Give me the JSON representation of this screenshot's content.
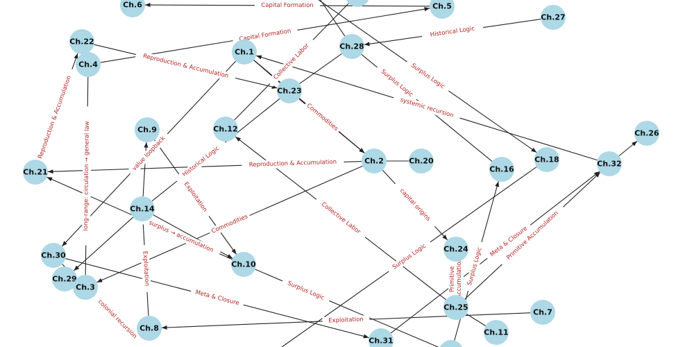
{
  "graph": {
    "colors": {
      "node": "#add8e6",
      "edge": "#222222",
      "edge_label": "#b22222"
    },
    "nodes": [
      {
        "id": "ch6",
        "label": "Ch.6"
      },
      {
        "id": "ch5",
        "label": "Ch.5"
      },
      {
        "id": "ch27",
        "label": "Ch.27"
      },
      {
        "id": "ch22",
        "label": "Ch.22"
      },
      {
        "id": "ch4",
        "label": "Ch.4"
      },
      {
        "id": "ch1",
        "label": "Ch.1"
      },
      {
        "id": "ch28",
        "label": "Ch.28"
      },
      {
        "id": "ch23",
        "label": "Ch.23"
      },
      {
        "id": "ch9",
        "label": "Ch.9"
      },
      {
        "id": "ch12",
        "label": "Ch.12"
      },
      {
        "id": "ch26",
        "label": "Ch.26"
      },
      {
        "id": "ch2",
        "label": "Ch.2"
      },
      {
        "id": "ch20",
        "label": "Ch.20"
      },
      {
        "id": "ch16",
        "label": "Ch.16"
      },
      {
        "id": "ch18",
        "label": "Ch.18"
      },
      {
        "id": "ch32",
        "label": "Ch.32"
      },
      {
        "id": "ch21",
        "label": "Ch.21"
      },
      {
        "id": "ch14",
        "label": "Ch.14"
      },
      {
        "id": "ch24",
        "label": "Ch.24"
      },
      {
        "id": "ch30",
        "label": "Ch.30"
      },
      {
        "id": "ch10",
        "label": "Ch.10"
      },
      {
        "id": "ch29",
        "label": "Ch.29"
      },
      {
        "id": "ch3",
        "label": "Ch.3"
      },
      {
        "id": "ch25",
        "label": "Ch.25"
      },
      {
        "id": "ch7",
        "label": "Ch.7"
      },
      {
        "id": "ch11",
        "label": "Ch.11"
      },
      {
        "id": "ch8",
        "label": "Ch.8"
      },
      {
        "id": "ch31",
        "label": "Ch.31"
      },
      {
        "id": "top",
        "label": ""
      },
      {
        "id": "bot",
        "label": ""
      }
    ],
    "edges": [
      {
        "from": "ch5",
        "to": "ch6",
        "label": "Capital Formation",
        "directed": true
      },
      {
        "from": "ch4",
        "to": "ch5",
        "label": "Capital Formation",
        "directed": true
      },
      {
        "from": "ch27",
        "to": "ch28",
        "label": "Historical Logic",
        "directed": true
      },
      {
        "from": "ch22",
        "to": "ch23",
        "label": "Reproduction & Accumulation",
        "directed": true
      },
      {
        "from": "ch21",
        "to": "ch22",
        "label": "Reproduction & Accumulation",
        "directed": true
      },
      {
        "from": "ch2",
        "to": "ch21",
        "label": "Reproduction & Accumulation",
        "directed": true
      },
      {
        "from": "ch4",
        "to": "ch3",
        "label": "long-range: circulation → general law",
        "directed": false
      },
      {
        "from": "ch32",
        "to": "ch1",
        "label": "systemic recursion",
        "directed": true
      },
      {
        "from": "ch1",
        "to": "ch30",
        "label": "value loopback",
        "directed": true
      },
      {
        "from": "ch12",
        "to": "top",
        "label": "Collective Labor",
        "directed": false
      },
      {
        "from": "ch1",
        "to": "ch2",
        "label": "Commodities",
        "directed": true
      },
      {
        "from": "ch23",
        "to": "ch2",
        "label": "",
        "directed": true
      },
      {
        "from": "ch2",
        "to": "ch24",
        "label": "capital origins",
        "directed": true
      },
      {
        "from": "ch28",
        "to": "ch23",
        "label": "",
        "directed": false
      },
      {
        "from": "ch23",
        "to": "ch14",
        "label": "Historical Logic",
        "directed": false
      },
      {
        "from": "ch1",
        "to": "ch23",
        "label": "",
        "directed": false
      },
      {
        "from": "ch14",
        "to": "ch9",
        "label": "",
        "directed": true
      },
      {
        "from": "ch9",
        "to": "ch10",
        "label": "Exploitation",
        "directed": true
      },
      {
        "from": "ch10",
        "to": "ch21",
        "label": "surplus → accumulation",
        "directed": true
      },
      {
        "from": "ch14",
        "to": "ch10",
        "label": "",
        "directed": true
      },
      {
        "from": "ch14",
        "to": "ch29",
        "label": "",
        "directed": true
      },
      {
        "from": "ch8",
        "to": "ch14",
        "label": "Exploitation",
        "directed": false
      },
      {
        "from": "ch7",
        "to": "ch8",
        "label": "Exploitation",
        "directed": true
      },
      {
        "from": "ch2",
        "to": "ch3",
        "label": "Commodities",
        "directed": true
      },
      {
        "from": "ch30",
        "to": "ch31",
        "label": "Meta & Closure",
        "directed": true
      },
      {
        "from": "ch30",
        "to": "ch3",
        "label": "colonial recursion",
        "directed": false
      },
      {
        "from": "ch10",
        "to": "bot",
        "label": "Surplus Logic",
        "directed": false
      },
      {
        "from": "ch25",
        "to": "ch12",
        "label": "Collective Labor",
        "directed": true
      },
      {
        "from": "ch18",
        "to": "bot2",
        "label": "Surplus Logic",
        "directed": false
      },
      {
        "from": "bot",
        "to": "ch16",
        "label": "Surplus Logic",
        "directed": true
      },
      {
        "from": "ch31",
        "to": "ch32",
        "label": "Meta & Closure",
        "directed": true
      },
      {
        "from": "ch25",
        "to": "ch32",
        "label": "Primitive Accumulation",
        "directed": true
      },
      {
        "from": "ch32",
        "to": "ch26",
        "label": "",
        "directed": true
      },
      {
        "from": "ch25",
        "to": "ch24",
        "label": "Primitive Accumulation",
        "directed": false
      },
      {
        "from": "ch25",
        "to": "ch11",
        "label": "",
        "directed": false
      },
      {
        "from": "ch2",
        "to": "ch20",
        "label": "",
        "directed": false
      },
      {
        "from": "top2",
        "to": "ch18",
        "label": "Surplus Logic",
        "directed": true
      },
      {
        "from": "ch28",
        "to": "ch16",
        "label": "Surplus Logic",
        "directed": false
      },
      {
        "from": "top3",
        "to": "ch28",
        "label": "",
        "directed": false
      }
    ]
  }
}
